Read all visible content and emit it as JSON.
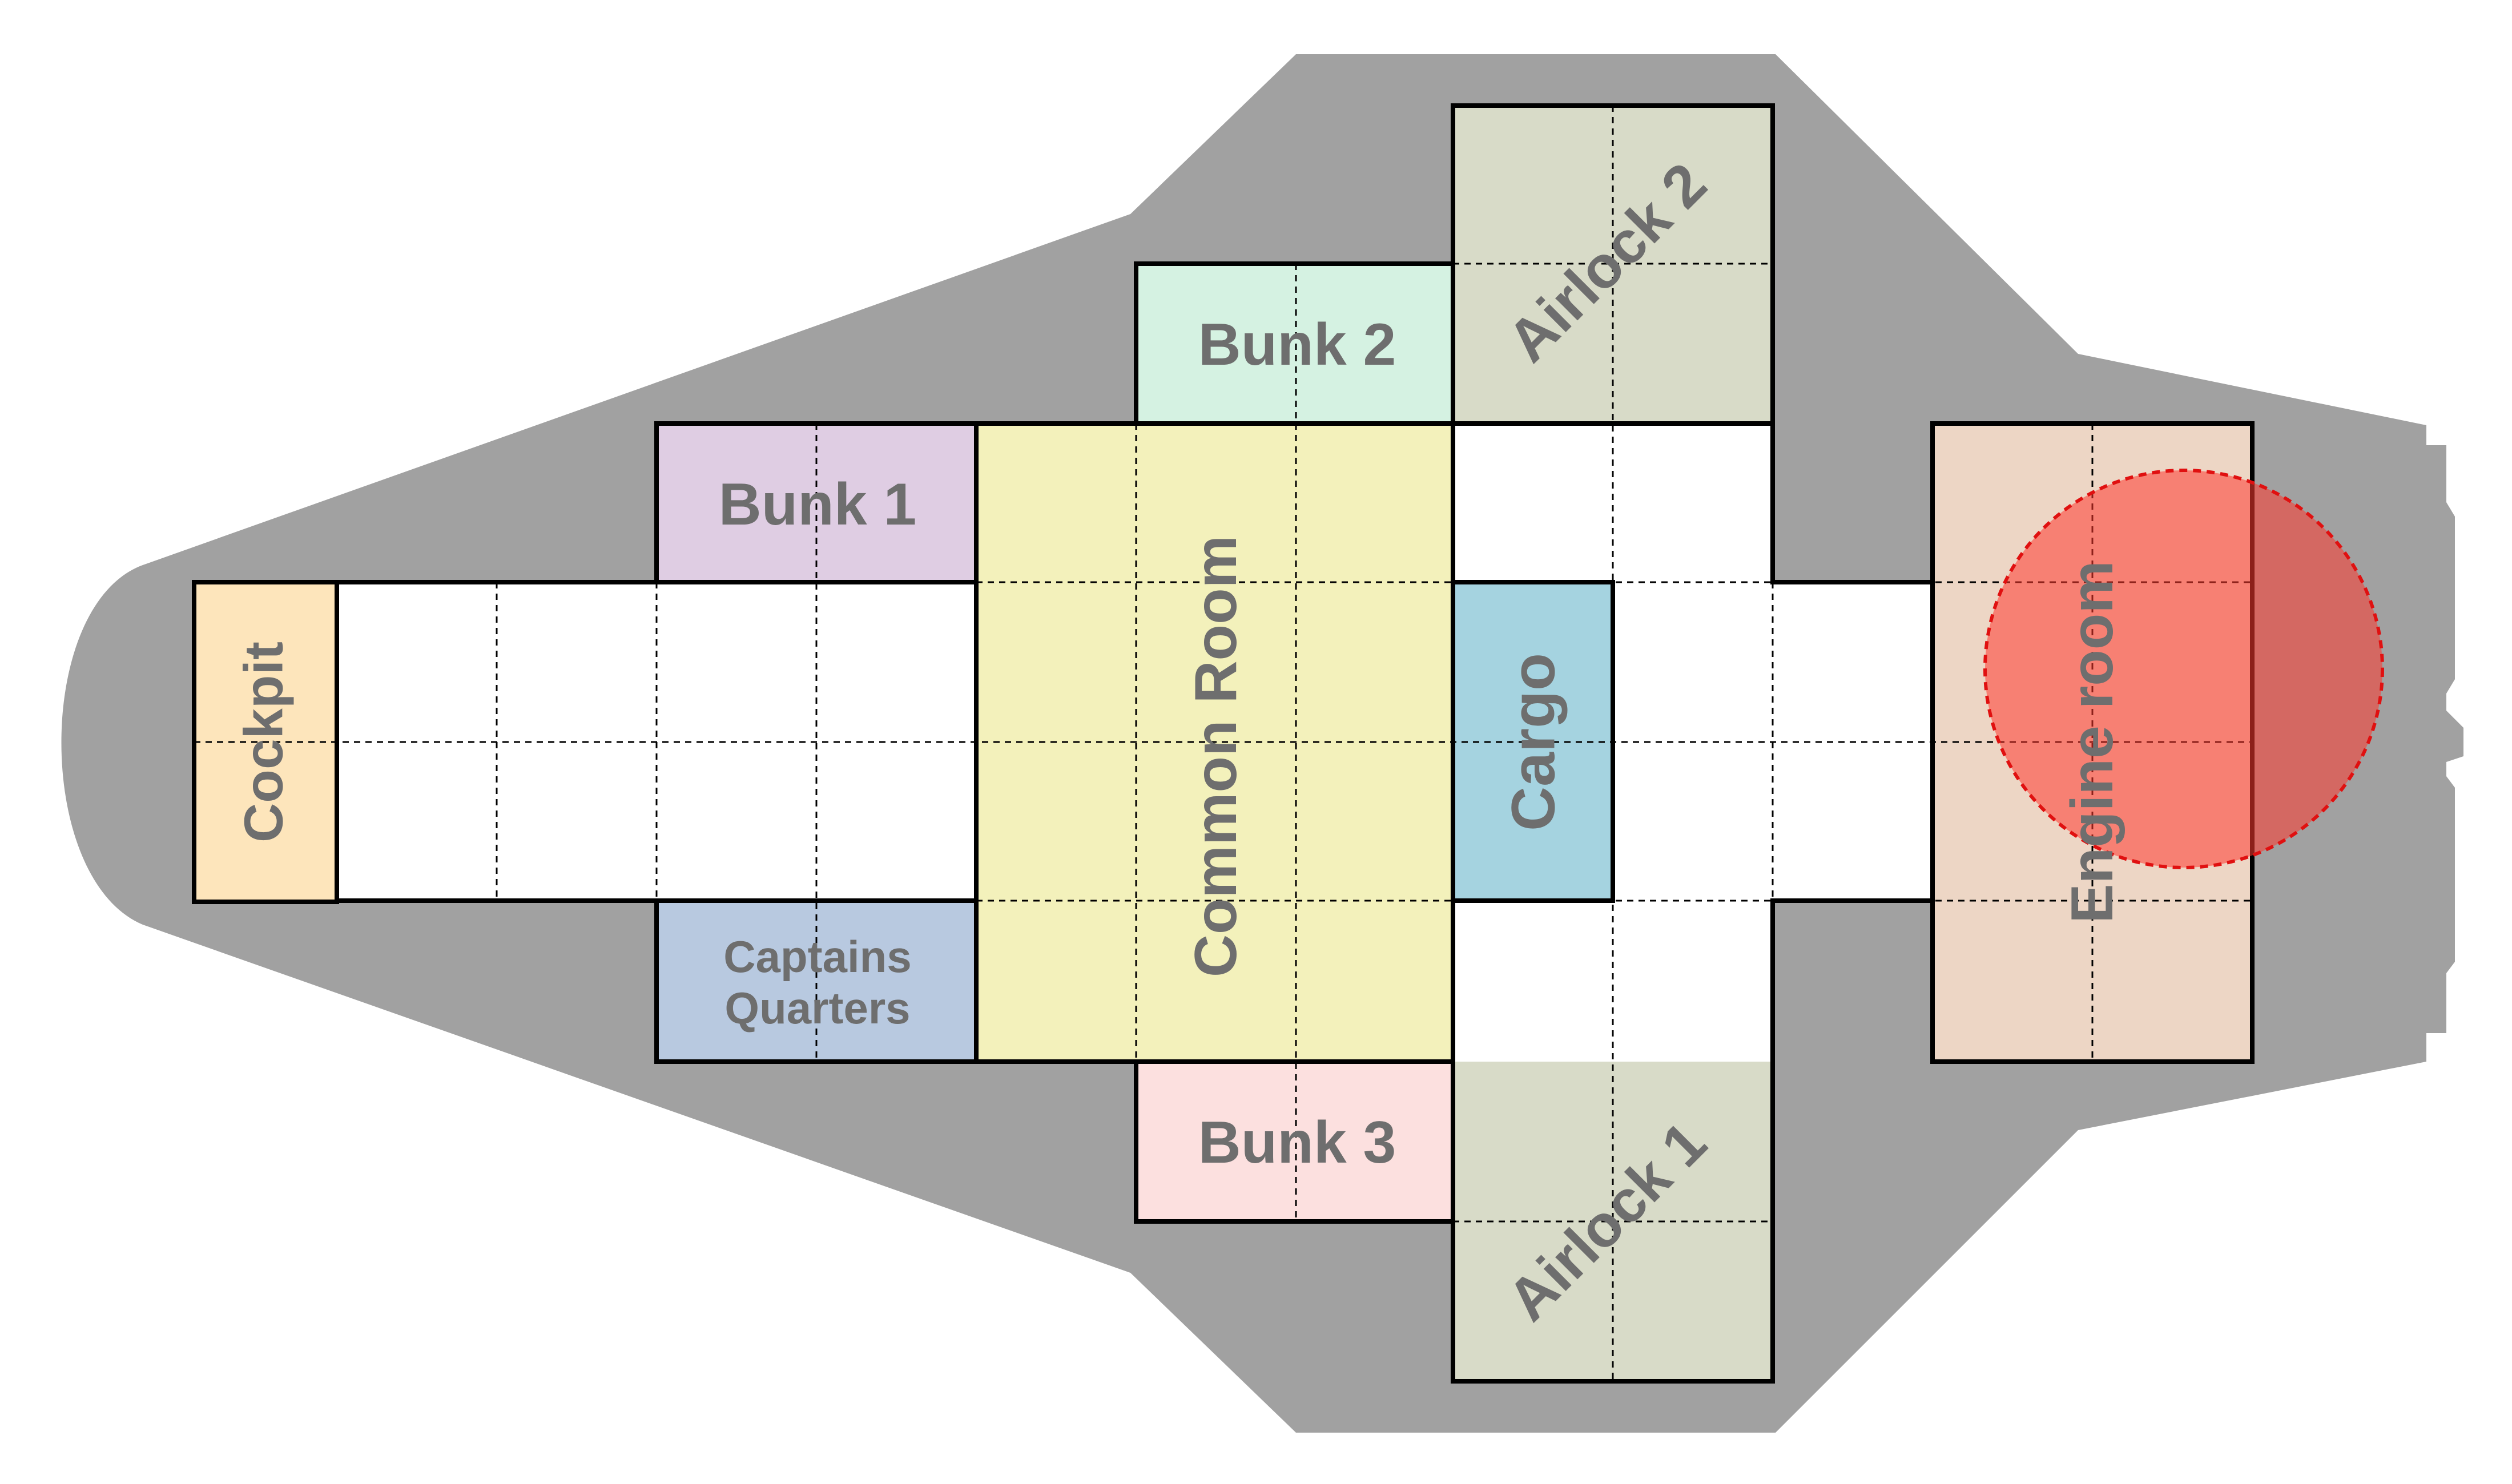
{
  "colors": {
    "background": "#ffffff",
    "hull": "#a1a1a1",
    "corridor": "#ffffff",
    "label": "#6e6e6e",
    "hazard": "#ff3b30",
    "hazard_border": "#e01010"
  },
  "rooms": {
    "cockpit": {
      "label": "Cockpit",
      "color": "#fde5bb"
    },
    "bunk1": {
      "label": "Bunk 1",
      "color": "#dfcde3"
    },
    "bunk2": {
      "label": "Bunk 2",
      "color": "#d5f2e2"
    },
    "bunk3": {
      "label": "Bunk 3",
      "color": "#fce0df"
    },
    "captains": {
      "label_line1": "Captains",
      "label_line2": "Quarters",
      "color": "#b8c9e0"
    },
    "common": {
      "label": "Common Room",
      "color": "#f3f1bb"
    },
    "cargo": {
      "label": "Cargo",
      "color": "#a5d3e0"
    },
    "airlock1": {
      "label": "Airlock 1",
      "color": "#d8dbc8"
    },
    "airlock2": {
      "label": "Airlock 2",
      "color": "#d8dbc8"
    },
    "engine": {
      "label": "Engine room",
      "color": "#edd6c5"
    }
  },
  "hazard": {
    "shape": "circle",
    "style": "dashed",
    "location": "engine room"
  }
}
